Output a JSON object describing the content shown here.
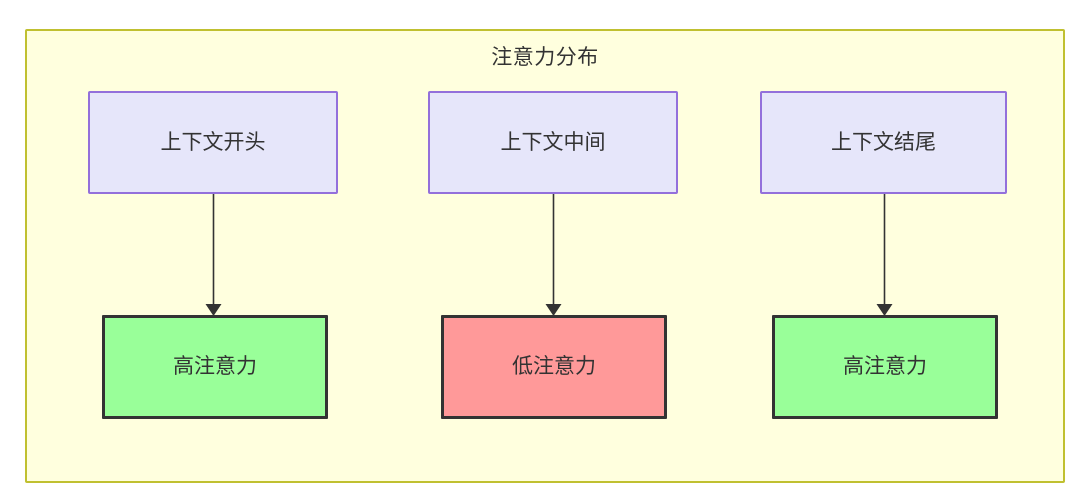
{
  "diagram": {
    "type": "flowchart",
    "title": "注意力分布",
    "container": {
      "label": "注意力分布",
      "fill_color": "#ffffde",
      "border_color": "#c0c030"
    },
    "context_nodes": [
      {
        "id": "start",
        "label": "上下文开头",
        "fill_color": "#e6e6fa",
        "border_color": "#9370db"
      },
      {
        "id": "middle",
        "label": "上下文中间",
        "fill_color": "#e6e6fa",
        "border_color": "#9370db"
      },
      {
        "id": "end",
        "label": "上下文结尾",
        "fill_color": "#e6e6fa",
        "border_color": "#9370db"
      }
    ],
    "attention_nodes": [
      {
        "id": "high-start",
        "label": "高注意力",
        "level": "high",
        "fill_color": "#99ff99",
        "border_color": "#333333"
      },
      {
        "id": "low-middle",
        "label": "低注意力",
        "level": "low",
        "fill_color": "#ff9999",
        "border_color": "#333333"
      },
      {
        "id": "high-end",
        "label": "高注意力",
        "level": "high",
        "fill_color": "#99ff99",
        "border_color": "#333333"
      }
    ],
    "edges": [
      {
        "from": "start",
        "to": "high-start",
        "label": ""
      },
      {
        "from": "middle",
        "to": "low-middle",
        "label": ""
      },
      {
        "from": "end",
        "to": "high-end",
        "label": ""
      }
    ]
  }
}
